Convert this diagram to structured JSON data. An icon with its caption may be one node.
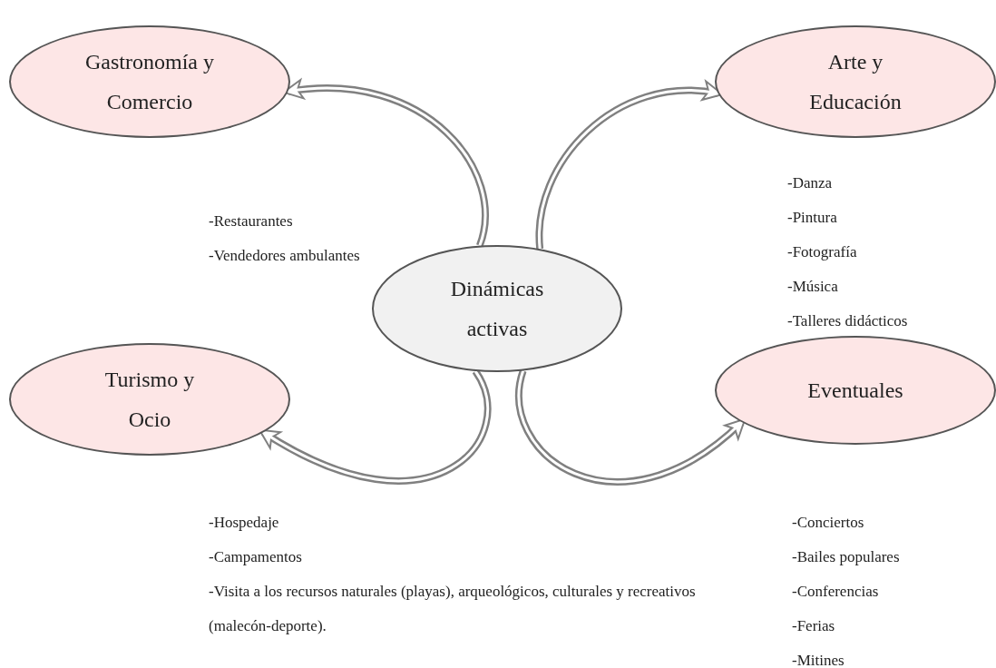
{
  "diagram": {
    "nodes": [
      {
        "text": [
          "Gastronomía y Comercio"
        ]
      },
      {
        "text": [
          "Arte y Educación"
        ]
      },
      {
        "text": [
          "Dinámicas activas"
        ]
      },
      {
        "text": [
          "Turismo y Ocio"
        ]
      },
      {
        "text": [
          "Eventuales"
        ]
      }
    ],
    "edges": [
      {
        "from": 2,
        "to": 0,
        "arrow": "to"
      },
      {
        "from": 2,
        "to": 1,
        "arrow": "to"
      },
      {
        "from": 2,
        "to": 3,
        "arrow": "to"
      },
      {
        "from": 2,
        "to": 4,
        "arrow": "to"
      }
    ],
    "labels": [
      "-Restaurantes",
      "-Vendedores ambulantes",
      "-Danza",
      "-Pintura",
      "-Fotografía",
      "-Música",
      "-Talleres didácticos",
      "-Hospedaje",
      "-Campamentos",
      "-Visita a los recursos naturales (playas), arqueológicos, culturales y recreativos (malecón-deporte).",
      "-Conciertos",
      "-Bailes populares",
      "-Conferencias",
      "-Ferias",
      "-Mitines"
    ]
  }
}
